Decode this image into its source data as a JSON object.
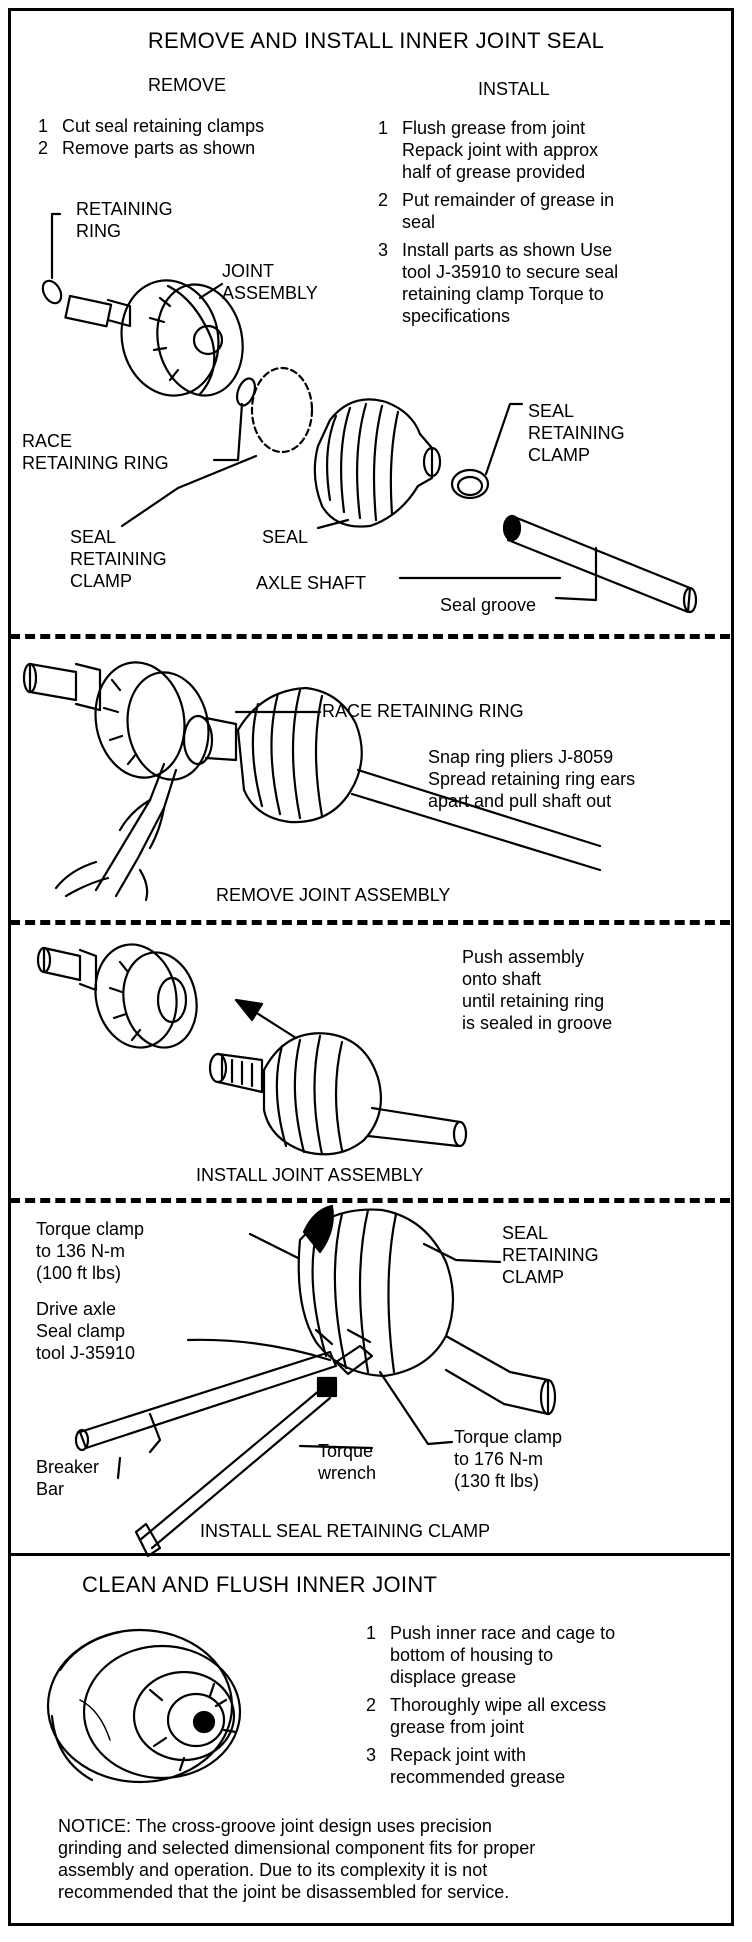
{
  "section1": {
    "title": "REMOVE AND INSTALL INNER JOINT SEAL",
    "remove_heading": "REMOVE",
    "install_heading": "INSTALL",
    "remove_steps": [
      {
        "n": "1",
        "text": "Cut seal retaining clamps"
      },
      {
        "n": "2",
        "text": "Remove parts as shown"
      }
    ],
    "install_steps": [
      {
        "n": "1",
        "text": "Flush grease from joint\nRepack joint with approx\nhalf of grease provided"
      },
      {
        "n": "2",
        "text": "Put remainder of grease in\nseal"
      },
      {
        "n": "3",
        "text": "Install parts as shown Use\ntool J-35910 to secure seal\nretaining clamp Torque to\nspecifications"
      }
    ],
    "labels": {
      "retaining_ring": "RETAINING\nRING",
      "joint_assembly": "JOINT\nASSEMBLY",
      "race_retaining_ring": "RACE\nRETAINING RING",
      "seal_retaining_clamp_left": "SEAL\nRETAINING\nCLAMP",
      "seal": "SEAL",
      "axle_shaft": "AXLE SHAFT",
      "seal_retaining_clamp_right": "SEAL\nRETAINING\nCLAMP",
      "seal_groove": "Seal groove"
    }
  },
  "section2": {
    "race_retaining_ring": "RACE RETAINING RING",
    "instructions": "Snap ring pliers J-8059\nSpread retaining ring ears\napart and pull shaft out",
    "caption": "REMOVE JOINT ASSEMBLY"
  },
  "section3": {
    "instructions": "Push assembly\nonto shaft\nuntil retaining ring\nis sealed in groove",
    "caption": "INSTALL JOINT ASSEMBLY"
  },
  "section4": {
    "torque_clamp_left": "Torque clamp\nto 136 N-m\n(100 ft lbs)",
    "drive_axle_tool": "Drive axle\nSeal clamp\ntool J-35910",
    "seal_retaining_clamp": "SEAL\nRETAINING\nCLAMP",
    "breaker_bar": "Breaker\nBar",
    "torque_wrench": "Torque\nwrench",
    "torque_clamp_right": "Torque clamp\nto 176 N-m\n(130 ft lbs)",
    "caption": "INSTALL SEAL RETAINING CLAMP"
  },
  "section5": {
    "title": "CLEAN AND FLUSH INNER JOINT",
    "steps": [
      {
        "n": "1",
        "text": "Push inner race and cage to\nbottom of housing to\ndisplace grease"
      },
      {
        "n": "2",
        "text": "Thoroughly wipe all excess\ngrease from joint"
      },
      {
        "n": "3",
        "text": "Repack joint with\nrecommended grease"
      }
    ],
    "notice": [
      "NOTICE: The cross-groove joint design uses precision",
      "grinding and selected dimensional component fits for proper",
      "assembly and operation. Due to its complexity it is not",
      "recommended that the joint be disassembled for service."
    ]
  }
}
